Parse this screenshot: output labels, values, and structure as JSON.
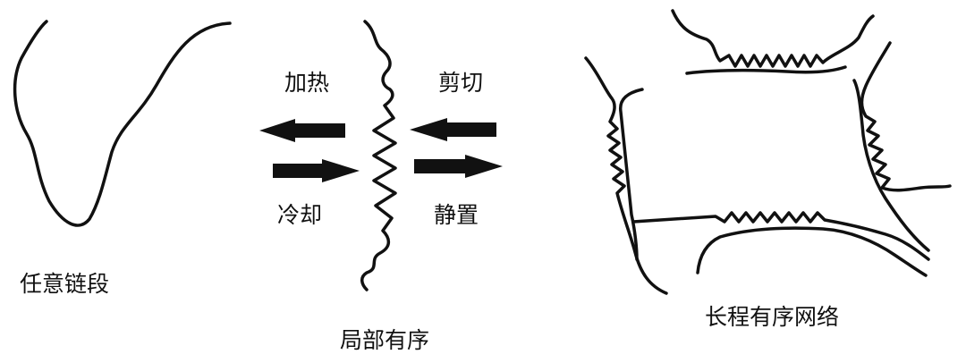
{
  "labels": {
    "random_chain": "任意链段",
    "heating": "加热",
    "cooling": "冷却",
    "shear": "剪切",
    "rest": "静置",
    "local_order": "局部有序",
    "long_range_network": "长程有序网络"
  },
  "colors": {
    "stroke": "#111111",
    "background": "#ffffff"
  }
}
